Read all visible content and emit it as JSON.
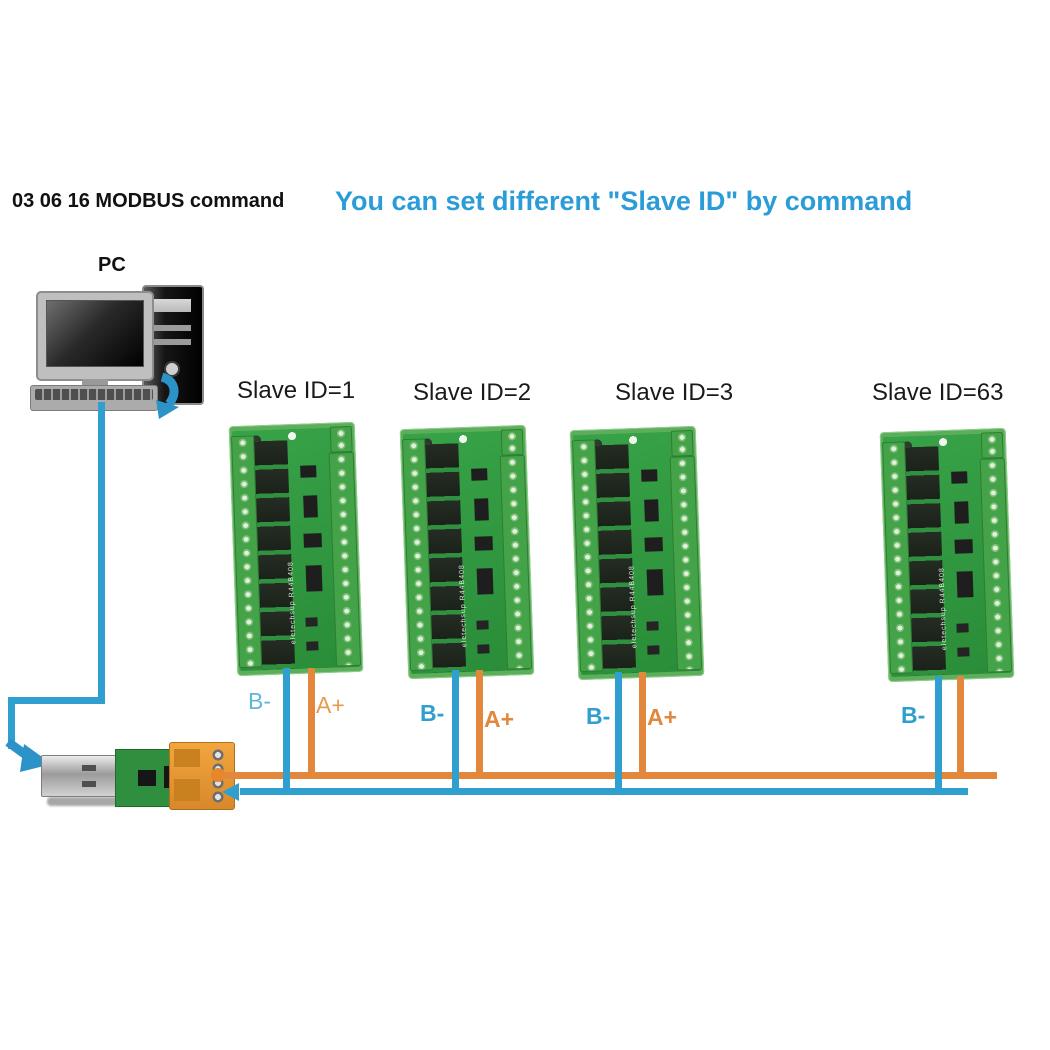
{
  "headings": {
    "left": "03 06 16 MODBUS command",
    "right": "You can set different \"Slave ID\" by command"
  },
  "pc": {
    "label": "PC"
  },
  "boards": [
    {
      "label": "Slave ID=1",
      "silkscreen": "eletechsup R44B408"
    },
    {
      "label": "Slave ID=2",
      "silkscreen": "eletechsup R44B408"
    },
    {
      "label": "Slave ID=3",
      "silkscreen": "eletechsup R44B408"
    },
    {
      "label": "Slave ID=63",
      "silkscreen": "eletechsup R44B408"
    }
  ],
  "wiring": {
    "labels": [
      {
        "b": "B-",
        "a": "A+"
      },
      {
        "b": "B-",
        "a": "A+"
      },
      {
        "b": "B-",
        "a": "A+"
      },
      {
        "b": "B-",
        "a": ""
      }
    ]
  },
  "colors": {
    "b_minus_blue": "#2f9fd0",
    "a_plus_orange": "#e2873b",
    "heading_blue": "#2b9cd8",
    "pcb_green": "#2e9140",
    "terminal_block_orange": "#eca03a"
  }
}
